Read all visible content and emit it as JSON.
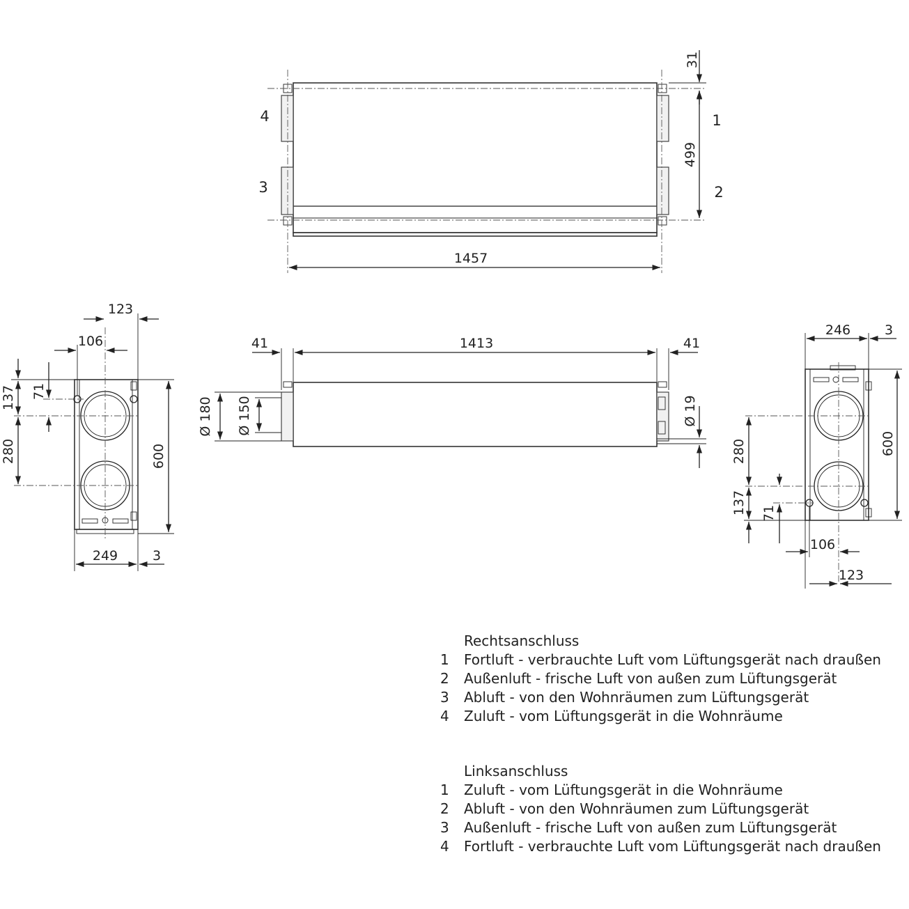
{
  "top_view": {
    "dim_length": "1457",
    "dim_height": "499",
    "dim_offset": "31",
    "callouts": {
      "c1": "1",
      "c2": "2",
      "c3": "3",
      "c4": "4"
    }
  },
  "front_view": {
    "dim_left_offset": "41",
    "dim_body_length": "1413",
    "dim_right_offset": "41",
    "dim_duct_outer": "Ø 180",
    "dim_duct_inner": "Ø 150",
    "dim_drain": "Ø 19"
  },
  "left_view": {
    "dim_123": "123",
    "dim_106": "106",
    "dim_137": "137",
    "dim_71": "71",
    "dim_280": "280",
    "dim_600": "600",
    "dim_249": "249",
    "dim_3": "3"
  },
  "right_view": {
    "dim_246": "246",
    "dim_3": "3",
    "dim_600": "600",
    "dim_280": "280",
    "dim_137": "137",
    "dim_71": "71",
    "dim_106": "106",
    "dim_123": "123"
  },
  "legend": {
    "right_connection": {
      "title": "Rechtsanschluss",
      "items": [
        {
          "num": "1",
          "text": "Fortluft - verbrauchte Luft vom Lüftungsgerät nach draußen"
        },
        {
          "num": "2",
          "text": "Außenluft - frische Luft von außen zum Lüftungsgerät"
        },
        {
          "num": "3",
          "text": "Abluft - von den Wohnräumen zum Lüftungsgerät"
        },
        {
          "num": "4",
          "text": "Zuluft - vom Lüftungsgerät in die Wohnräume"
        }
      ]
    },
    "left_connection": {
      "title": "Linksanschluss",
      "items": [
        {
          "num": "1",
          "text": "Zuluft - vom Lüftungsgerät in die Wohnräume"
        },
        {
          "num": "2",
          "text": "Abluft - von den Wohnräumen zum Lüftungsgerät"
        },
        {
          "num": "3",
          "text": "Außenluft - frische Luft von außen zum Lüftungsgerät"
        },
        {
          "num": "4",
          "text": "Fortluft - verbrauchte Luft vom Lüftungsgerät nach draußen"
        }
      ]
    }
  }
}
